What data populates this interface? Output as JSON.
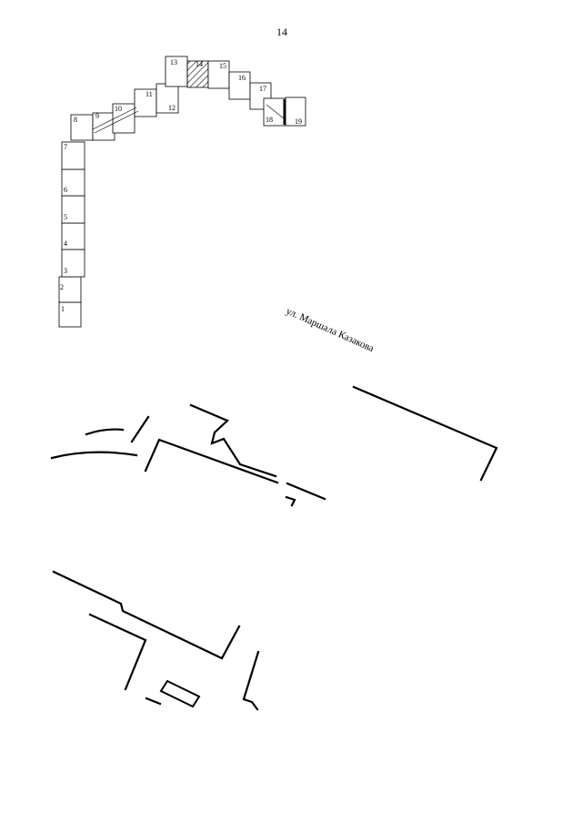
{
  "page": {
    "number": "14"
  },
  "street": {
    "label": "ул. Маршала Казакова"
  },
  "plots": [
    {
      "id": "plot-1",
      "label": "1",
      "highlighted": false
    },
    {
      "id": "plot-2",
      "label": "2",
      "highlighted": false
    },
    {
      "id": "plot-3",
      "label": "3",
      "highlighted": false
    },
    {
      "id": "plot-4",
      "label": "4",
      "highlighted": false
    },
    {
      "id": "plot-5",
      "label": "5",
      "highlighted": false
    },
    {
      "id": "plot-6",
      "label": "6",
      "highlighted": false
    },
    {
      "id": "plot-7",
      "label": "7",
      "highlighted": false
    },
    {
      "id": "plot-8",
      "label": "8",
      "highlighted": false
    },
    {
      "id": "plot-9",
      "label": "9",
      "highlighted": false
    },
    {
      "id": "plot-10",
      "label": "10",
      "highlighted": false
    },
    {
      "id": "plot-11",
      "label": "11",
      "highlighted": false
    },
    {
      "id": "plot-12",
      "label": "12",
      "highlighted": false
    },
    {
      "id": "plot-13",
      "label": "13",
      "highlighted": false
    },
    {
      "id": "plot-14",
      "label": "14",
      "highlighted": true
    },
    {
      "id": "plot-15",
      "label": "15",
      "highlighted": false
    },
    {
      "id": "plot-16",
      "label": "16",
      "highlighted": false
    },
    {
      "id": "plot-17",
      "label": "17",
      "highlighted": false
    },
    {
      "id": "plot-18",
      "label": "18",
      "highlighted": false
    },
    {
      "id": "plot-19",
      "label": "19",
      "highlighted": false
    }
  ],
  "colors": {
    "ink": "#000000",
    "plot_fill": "#ffffff",
    "highlight_hatch": "#000000"
  }
}
